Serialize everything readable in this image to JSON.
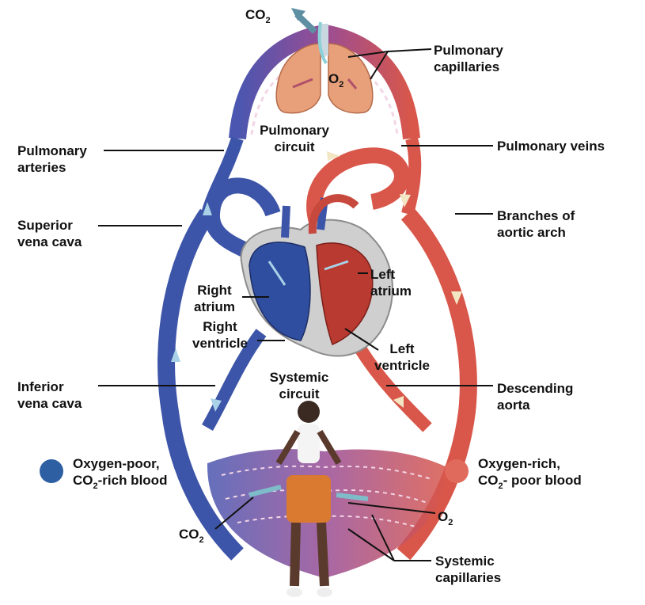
{
  "labels": {
    "co2_top": "CO2",
    "o2_top": "O2",
    "pulmonary_capillaries": [
      "Pulmonary",
      "capillaries"
    ],
    "pulmonary_circuit": [
      "Pulmonary",
      "circuit"
    ],
    "pulmonary_arteries": [
      "Pulmonary",
      "arteries"
    ],
    "pulmonary_veins": "Pulmonary veins",
    "superior_vena_cava": [
      "Superior",
      "vena cava"
    ],
    "branches_aortic_arch": [
      "Branches of",
      "aortic arch"
    ],
    "right_atrium": [
      "Right",
      "atrium"
    ],
    "left_atrium": [
      "Left",
      "atrium"
    ],
    "right_ventricle": [
      "Right",
      "ventricle"
    ],
    "left_ventricle": [
      "Left",
      "ventricle"
    ],
    "systemic_circuit": [
      "Systemic",
      "circuit"
    ],
    "inferior_vena_cava": [
      "Inferior",
      "vena cava"
    ],
    "descending_aorta": [
      "Descending",
      "aorta"
    ],
    "co2_bottom": "CO2",
    "o2_bottom": "O2",
    "systemic_capillaries": [
      "Systemic",
      "capillaries"
    ]
  },
  "legend": {
    "poor": {
      "line1": "Oxygen-poor,",
      "line2": "CO2-rich blood",
      "color": "#2e5fa3"
    },
    "rich": {
      "line1": "Oxygen-rich,",
      "line2": "CO2-  poor blood",
      "color": "#e06a5c"
    }
  },
  "colors": {
    "deoxygenated": "#3d55a8",
    "oxygenated": "#d9574a",
    "capillary": "#8a4d8f",
    "lung": "#e8a07a",
    "heart_outline": "#8c8c8c"
  }
}
